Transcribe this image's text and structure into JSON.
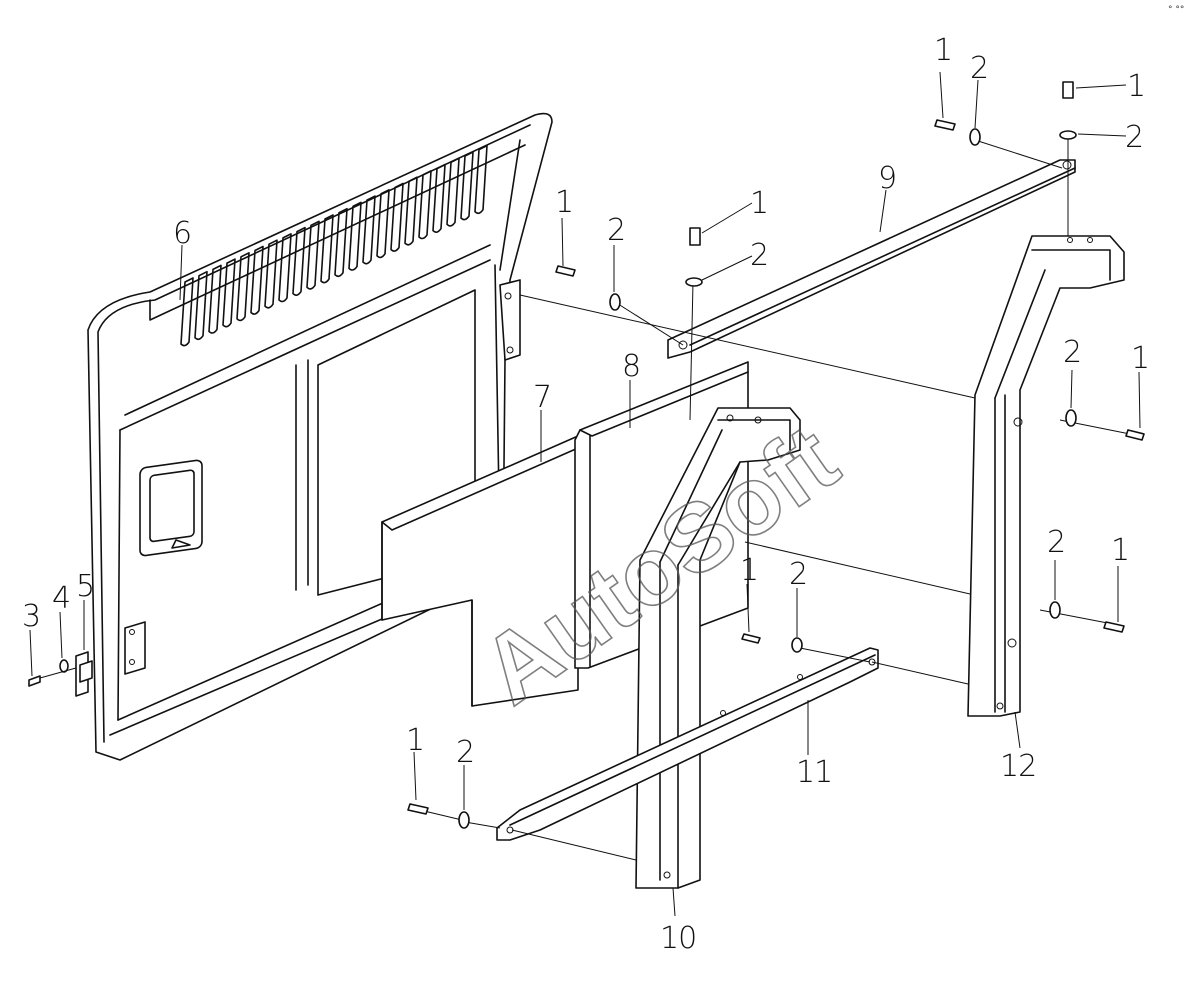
{
  "diagram": {
    "callouts": [
      {
        "id": "c1a",
        "text": "1"
      },
      {
        "id": "c2a",
        "text": "2"
      },
      {
        "id": "c1b",
        "text": "1"
      },
      {
        "id": "c2b",
        "text": "2"
      },
      {
        "id": "c9",
        "text": "9"
      },
      {
        "id": "c6",
        "text": "6"
      },
      {
        "id": "c1c",
        "text": "1"
      },
      {
        "id": "c2c",
        "text": "2"
      },
      {
        "id": "c1d",
        "text": "1"
      },
      {
        "id": "c2d",
        "text": "2"
      },
      {
        "id": "c7",
        "text": "7"
      },
      {
        "id": "c8",
        "text": "8"
      },
      {
        "id": "c2e",
        "text": "2"
      },
      {
        "id": "c1e",
        "text": "1"
      },
      {
        "id": "c2f",
        "text": "2"
      },
      {
        "id": "c1f",
        "text": "1"
      },
      {
        "id": "c1g",
        "text": "1"
      },
      {
        "id": "c2g",
        "text": "2"
      },
      {
        "id": "c3",
        "text": "3"
      },
      {
        "id": "c4",
        "text": "4"
      },
      {
        "id": "c5",
        "text": "5"
      },
      {
        "id": "c11",
        "text": "11"
      },
      {
        "id": "c12",
        "text": "12"
      },
      {
        "id": "c1h",
        "text": "1"
      },
      {
        "id": "c2h",
        "text": "2"
      },
      {
        "id": "c10",
        "text": "10"
      }
    ],
    "watermark": "AutoSoft",
    "corner_mark": "° °°"
  }
}
